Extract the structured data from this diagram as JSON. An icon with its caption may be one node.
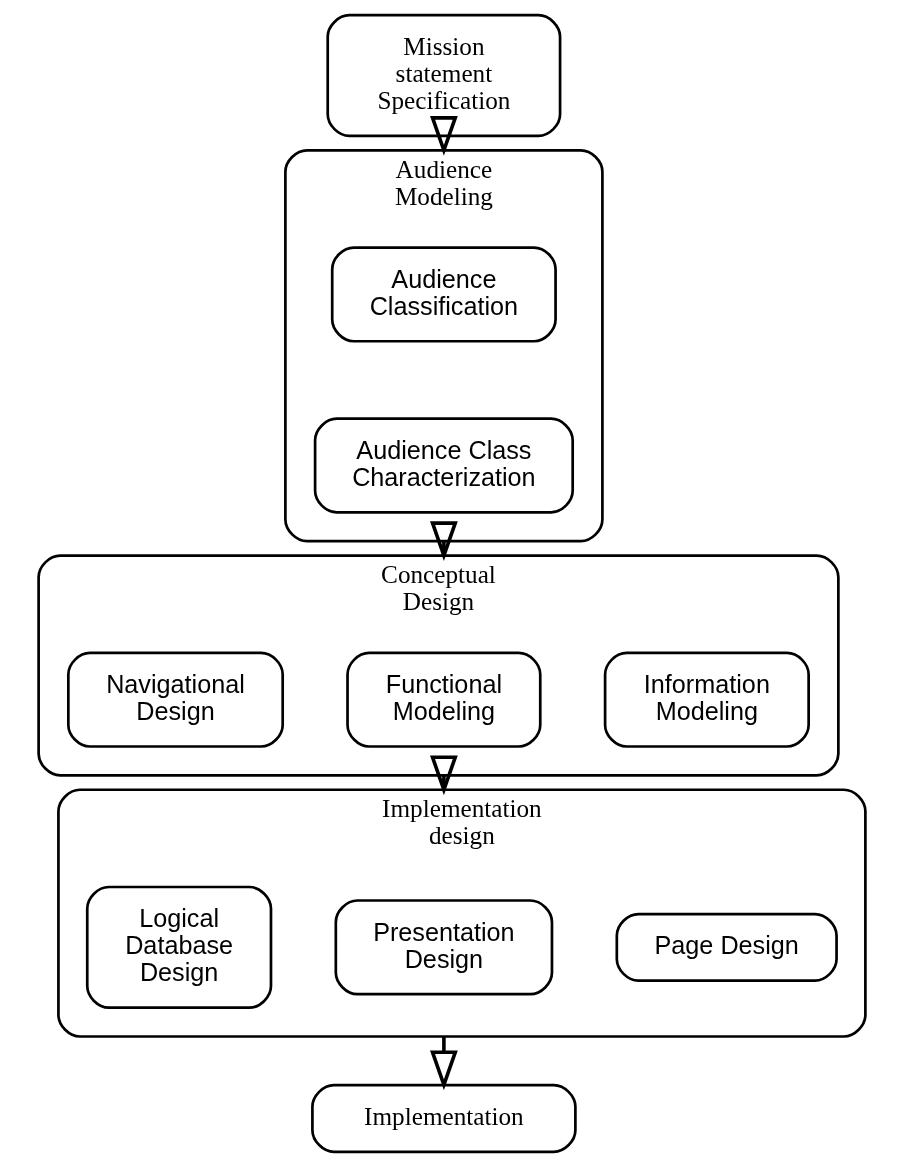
{
  "diagram": {
    "nodes": [
      {
        "text": [
          "Mission statement Specification"
        ]
      },
      {
        "text": [
          "Audience Modeling"
        ]
      },
      {
        "text": [
          "Audience Classification"
        ],
        "in": 1
      },
      {
        "text": [
          "Audience Class Characterization"
        ],
        "in": 1
      },
      {
        "text": [
          "Conceptual Design"
        ]
      },
      {
        "text": [
          "Information Modeling"
        ],
        "in": 4
      },
      {
        "text": [
          "Functional Modeling"
        ],
        "in": 4
      },
      {
        "text": [
          "Navigational Design"
        ],
        "in": 4
      },
      {
        "text": [
          "Implementation design"
        ]
      },
      {
        "text": [
          "Page Design"
        ],
        "in": 8
      },
      {
        "text": [
          "Presentation Design"
        ],
        "in": 8
      },
      {
        "text": [
          "Logical Database Design"
        ],
        "in": 8
      },
      {
        "text": [
          "Implementation"
        ]
      }
    ],
    "edges": [
      {
        "from": 0,
        "to": 1,
        "arrow": "to"
      },
      {
        "from": 1,
        "to": 4,
        "arrow": "to"
      },
      {
        "from": 4,
        "to": 8,
        "arrow": "to"
      },
      {
        "from": 8,
        "to": 12,
        "arrow": "to"
      }
    ]
  }
}
